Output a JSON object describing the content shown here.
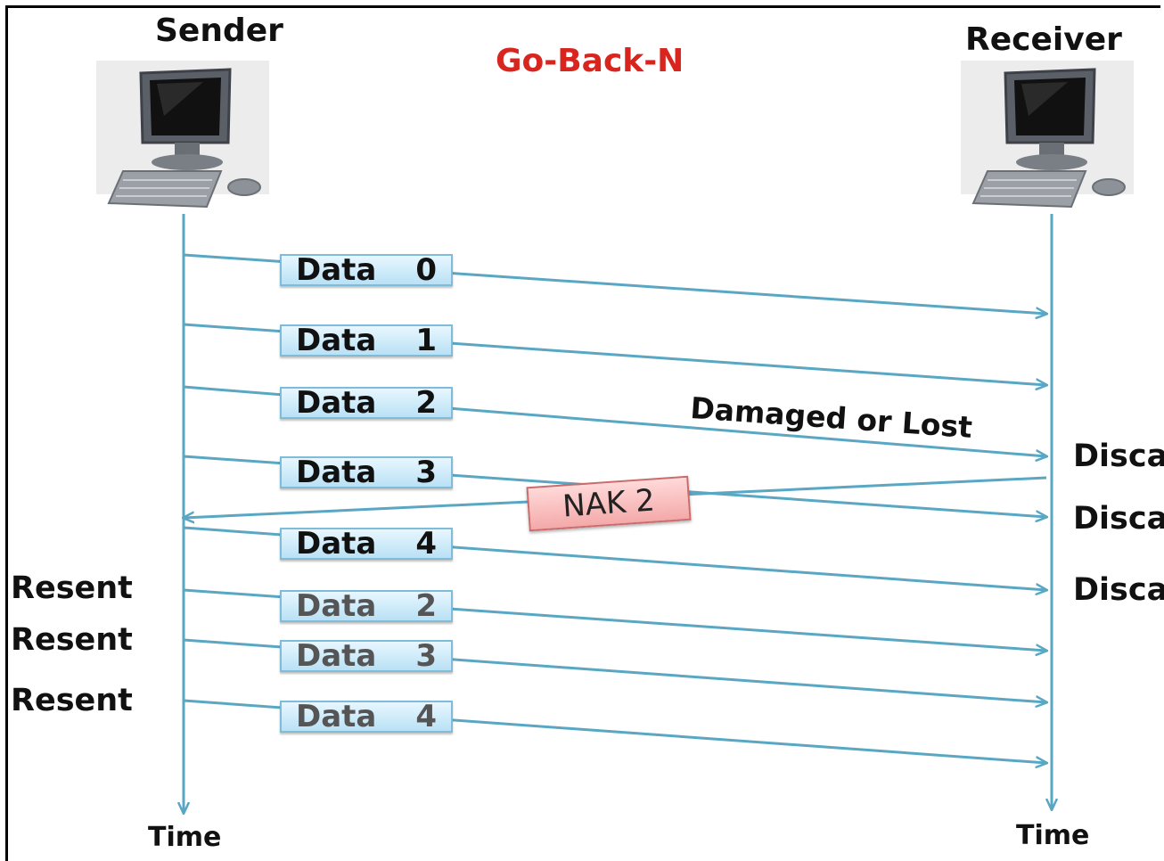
{
  "title": "Go-Back-N",
  "sender": {
    "name": "Sender",
    "time_label": "Time"
  },
  "receiver": {
    "name": "Receiver",
    "time_label": "Time"
  },
  "frames": [
    {
      "word": "Data",
      "num": "0",
      "resent": false
    },
    {
      "word": "Data",
      "num": "1",
      "resent": false
    },
    {
      "word": "Data",
      "num": "2",
      "resent": false
    },
    {
      "word": "Data",
      "num": "3",
      "resent": false
    },
    {
      "word": "Data",
      "num": "4",
      "resent": false
    },
    {
      "word": "Data",
      "num": "2",
      "resent": true
    },
    {
      "word": "Data",
      "num": "3",
      "resent": true
    },
    {
      "word": "Data",
      "num": "4",
      "resent": true
    }
  ],
  "nak": {
    "label": "NAK 2"
  },
  "damaged_label": "Damaged or Lost",
  "discard_labels": [
    "Disca",
    "Disca",
    "Disca"
  ],
  "resent_labels": [
    "Resent",
    "Resent",
    "Resent"
  ],
  "colors": {
    "line": "#5aa7c4",
    "title": "#d8261f",
    "nak_fill": "#f4a9a9",
    "frame_fill": "#b9e1f5"
  }
}
